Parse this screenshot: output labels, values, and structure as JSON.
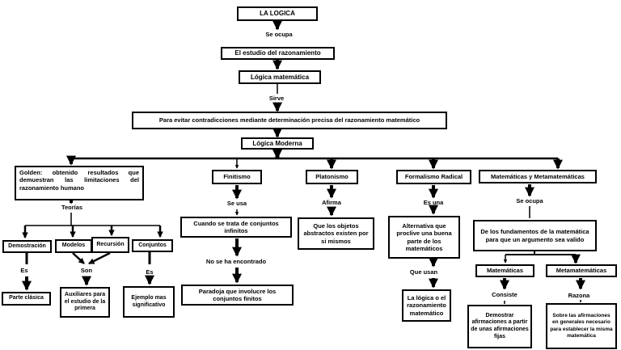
{
  "title": "Mapa conceptual de La Lógica",
  "colors": {
    "ink": "#000000",
    "paper": "#ffffff"
  },
  "nodes": {
    "la_logica": "LA LOGICA",
    "se_ocupa": "Se ocupa",
    "estudio": "El estudio del razonamiento",
    "logica_matematica": "Lógica matemática",
    "sirve": "Sirve",
    "para_evitar": "Para evitar contradicciones mediante determinación precisa del razonamiento matemático",
    "logica_moderna": "Lógica Moderna",
    "godel": "Golden: obtenido resultados que demuestran las limitaciones del razonamiento humano",
    "teorias": "Teorías",
    "demostracion": "Demostración",
    "modelos": "Modelos",
    "recursion": "Recursión",
    "conjuntos": "Conjuntos",
    "es_1": "Es",
    "son": "Son",
    "es_2": "Es",
    "parte_clasica": "Parte clásica",
    "auxiliares": "Auxiliares para el estudio de la primera",
    "ejemplo": "Ejemplo mas significativo",
    "finitismo": "Finitismo",
    "se_usa": "Se usa",
    "cuando": "Cuando se trata de conjuntos infinitos",
    "no_se_ha": "No se ha encontrado",
    "paradoja": "Paradoja que involucre los conjuntos finitos",
    "platonismo": "Platonismo",
    "afirma": "Afirma",
    "objetos": "Que los objetos abstractos existen por si mismos",
    "formalismo": "Formalismo Radical",
    "es_una": "Es una",
    "alternativa": "Alternativa que proclive una buena parte de los matemáticos",
    "que_usan": "Que usan",
    "logica_razonamiento": "La lógica o el razonamiento matemático",
    "mat_met": "Matemáticas y Metamatemáticas",
    "se_ocupa_2": "Se ocupa",
    "fundamentos": "De los fundamentos de la matemática para que un argumento sea valido",
    "matematicas": "Matemáticas",
    "metamatematicas": "Metamatemáticas",
    "consiste": "Consiste",
    "razona": "Razona",
    "demostrar": "Demostrar afirmaciones a partir de unas afirmaciones fijas",
    "sobre": "Sobre las afirmaciones en generales necesario para establecer la misma matemática"
  }
}
